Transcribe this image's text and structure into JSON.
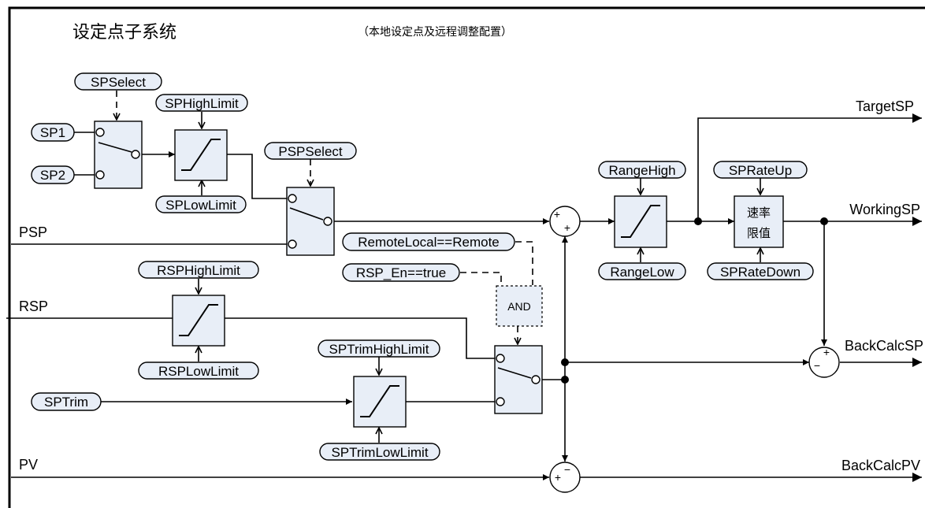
{
  "title": "设定点子系统",
  "subtitle": "（本地设定点及远程调整配置）",
  "params": {
    "sp_select": "SPSelect",
    "sp_high_limit": "SPHighLimit",
    "sp_low_limit": "SPLowLimit",
    "psp_select": "PSPSelect",
    "range_high": "RangeHigh",
    "range_low": "RangeLow",
    "sp_rate_up": "SPRateUp",
    "sp_rate_down": "SPRateDown",
    "rsp_high_limit": "RSPHighLimit",
    "rsp_low_limit": "RSPLowLimit",
    "remote_local": "RemoteLocal==Remote",
    "rsp_en": "RSP_En==true",
    "sptrim_high_limit": "SPTrimHighLimit",
    "sptrim_low_limit": "SPTrimLowLimit"
  },
  "inputs": {
    "sp1": "SP1",
    "sp2": "SP2",
    "sptrim": "SPTrim",
    "psp": "PSP",
    "rsp": "RSP",
    "pv": "PV"
  },
  "outputs": {
    "target_sp": "TargetSP",
    "working_sp": "WorkingSP",
    "back_calc_sp": "BackCalcSP",
    "back_calc_pv": "BackCalcPV"
  },
  "blocks": {
    "rate_limit_line1": "速率",
    "rate_limit_line2": "限值",
    "and_gate": "AND"
  },
  "signs": {
    "plus": "+",
    "minus": "−"
  }
}
